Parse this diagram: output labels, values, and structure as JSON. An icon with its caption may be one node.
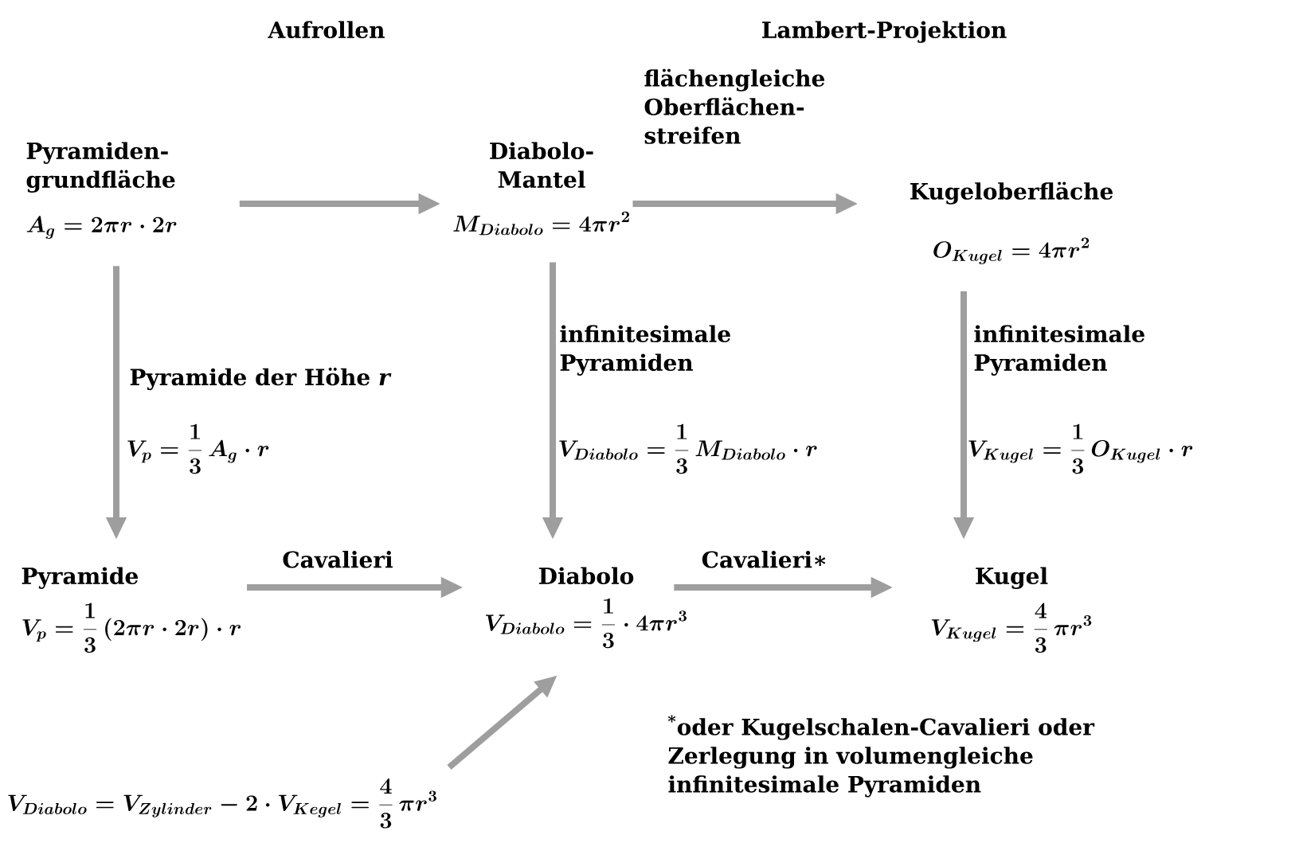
{
  "diagram": {
    "nodes": [
      {
        "text": [
          "Pyramiden- grundfläche",
          "A_g = 2\\pi r\\cdot 2r"
        ]
      },
      {
        "text": [
          "Diabolo- Mantel",
          "M_{Diabolo} = 4\\pi r^2"
        ]
      },
      {
        "text": [
          "Kugeloberfläche",
          "O_{Kugel} = 4\\pi r^2"
        ]
      },
      {
        "text": [
          "Pyramide",
          "V_p = \\frac{1}{3}\\,(2\\pi r\\cdot 2r)\\cdot r"
        ]
      },
      {
        "text": [
          "Diabolo",
          "V_{Diabolo} = \\frac{1}{3}\\cdot 4\\pi r^3"
        ]
      },
      {
        "text": [
          "Kugel",
          "V_{Kugel} = \\frac{4}{3}\\,\\pi r^3"
        ]
      },
      {
        "text": [
          "V_{Diabolo} = V_{Zylinder} - 2\\cdot V_{Kegel} = \\frac{4}{3}\\,\\pi r^3"
        ]
      }
    ],
    "edges": [
      {
        "from": 0,
        "to": 1,
        "arrow": "to"
      },
      {
        "from": 1,
        "to": 2,
        "arrow": "to",
        "label": "flächengleiche Oberflächen- streifen"
      },
      {
        "from": 0,
        "to": 3,
        "arrow": "to",
        "label": "Pyramide der Höhe *r*"
      },
      {
        "from": 1,
        "to": 4,
        "arrow": "to",
        "label": "infinitesimale Pyramiden"
      },
      {
        "from": 2,
        "to": 5,
        "arrow": "to",
        "label": "infinitesimale Pyramiden"
      },
      {
        "from": 3,
        "to": 4,
        "arrow": "to",
        "label": "Cavalieri"
      },
      {
        "from": 4,
        "to": 5,
        "arrow": "to",
        "label": "Cavalieri∗"
      },
      {
        "from": 6,
        "to": 4,
        "arrow": "to"
      }
    ],
    "labels": [
      "Aufrollen",
      "Lambert-Projektion",
      "V_p = \\frac{1}{3}\\,A_g\\cdot r",
      "V_{Diabolo} = \\frac{1}{3}\\,M_{Diabolo}\\cdot r",
      "V_{Kugel} = \\frac{1}{3}\\,O_{Kugel}\\cdot r",
      "$^{*}$oder Kugelschalen-Cavalieri oder Zerlegung in volumengleiche infinitesimale Pyramiden"
    ]
  }
}
